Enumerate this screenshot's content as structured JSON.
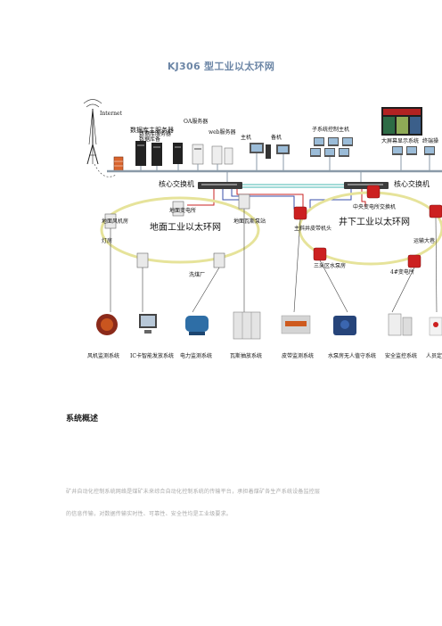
{
  "title": "KJ306 型工业以太环网",
  "diagram": {
    "internet": "Internet",
    "servers": [
      {
        "id": "s1",
        "label": "数据库主服务器"
      },
      {
        "id": "s2",
        "label": "数据库服务器"
      },
      {
        "id": "s3",
        "label": "数据库备"
      },
      {
        "id": "s4",
        "label": "OA服务器"
      },
      {
        "id": "s5",
        "label": "web服务器"
      },
      {
        "id": "s6",
        "label": "主机"
      },
      {
        "id": "s7",
        "label": "备机"
      }
    ],
    "subsystem_host": "子系统控制主机",
    "big_screen": "大屏幕显示系统",
    "terminal": "终端操",
    "core_switch_left": "核心交换机",
    "core_switch_right": "核心交换机",
    "ring_ground": "地面工业以太环网",
    "ring_underground": "井下工业以太环网",
    "nodes_ground": [
      {
        "id": "n1",
        "label": "地面风机房"
      },
      {
        "id": "n2",
        "label": "地面变电所"
      },
      {
        "id": "n3",
        "label": "地面瓦斯泵站"
      },
      {
        "id": "n4",
        "label": "灯房"
      },
      {
        "id": "n5",
        "label": "洗煤厂"
      }
    ],
    "nodes_underground": [
      {
        "id": "u1",
        "label": "主斜井皮带机头"
      },
      {
        "id": "u2",
        "label": "中央变电所交换机"
      },
      {
        "id": "u3",
        "label": "三采区水泵房"
      },
      {
        "id": "u4",
        "label": "4#变电所"
      },
      {
        "id": "u5",
        "label": "运输大巷"
      }
    ],
    "systems": [
      {
        "id": "y1",
        "label": "风机监测系统"
      },
      {
        "id": "y2",
        "label": "IC卡智能发放系统"
      },
      {
        "id": "y3",
        "label": "电力监测系统"
      },
      {
        "id": "y4",
        "label": "瓦斯抽放系统"
      },
      {
        "id": "y5",
        "label": "皮带监测系统"
      },
      {
        "id": "y6",
        "label": "水泵房无人值守系统"
      },
      {
        "id": "y7",
        "label": "安全监控系统"
      },
      {
        "id": "y8",
        "label": "人员定"
      }
    ],
    "colors": {
      "ring": "#e6e39a",
      "switch_red": "#cc2020",
      "fiber_blue": "#3a4fa8",
      "fiber_teal": "#47b7b0",
      "cable_red": "#c82323",
      "bus": "#8a9aa8"
    }
  },
  "section_heading": "系统概述",
  "paragraph": [
    "矿井自动化控制系统网络是煤矿未来综合自动化控制系统的传输平台，承担着煤矿各生产系统设备监控层",
    "的信息传输，对数据传输实时性、可靠性、安全性均是工业级要求。"
  ]
}
